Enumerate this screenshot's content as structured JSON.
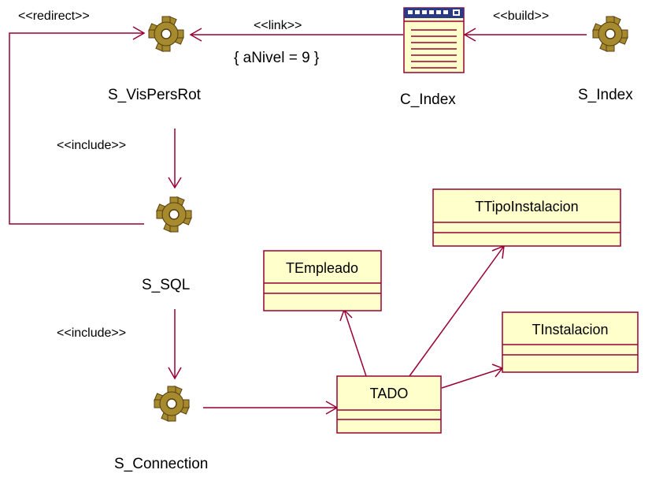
{
  "colors": {
    "line": "#990033",
    "class_fill": "#ffffcc",
    "gear_fill": "#a58b2d",
    "gear_dark": "#5a3d12"
  },
  "components": {
    "s_vispersrot": {
      "label": "S_VisPersRot",
      "icon": "gear-icon"
    },
    "c_index": {
      "label": "C_Index",
      "icon": "web-page-icon"
    },
    "s_index": {
      "label": "S_Index",
      "icon": "gear-icon"
    },
    "s_sql": {
      "label": "S_SQL",
      "icon": "gear-icon"
    },
    "s_connection": {
      "label": "S_Connection",
      "icon": "gear-icon"
    }
  },
  "classes": {
    "tado": "TADO",
    "templeado": "TEmpleado",
    "ttipoinstalacion": "TTipoInstalacion",
    "tinstalacion": "TInstalacion"
  },
  "relations": {
    "redirect": "<<redirect>>",
    "link": "<<link>>",
    "link_constraint": "{ aNivel = 9 }",
    "build": "<<build>>",
    "include_sql": "<<include>>",
    "include_connection": "<<include>>"
  }
}
